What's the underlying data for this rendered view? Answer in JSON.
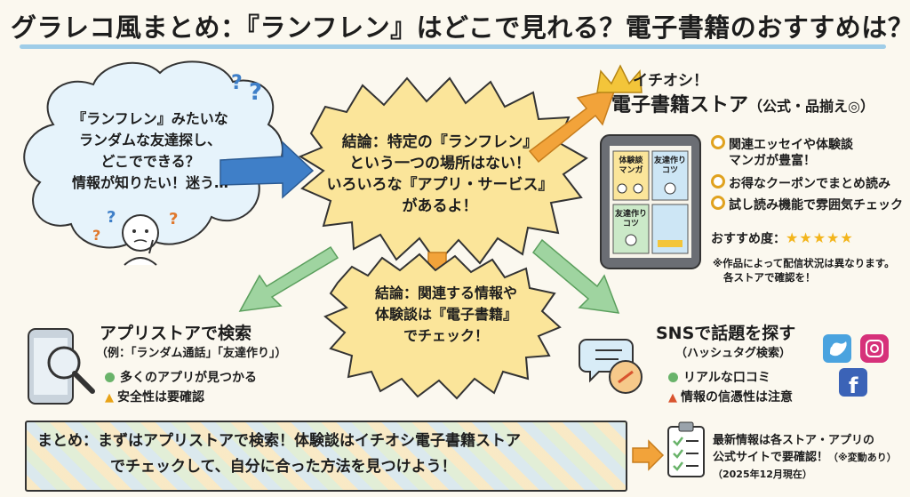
{
  "title": "グラレコ風まとめ：『ランフレン』はどこで見れる？電子書籍のおすすめは？",
  "question": {
    "lines": [
      "『ランフレン』みたいな",
      "ランダムな友達探し、",
      "どこでできる？",
      "情報が知りたい！迷う…"
    ],
    "marks": "??"
  },
  "conclusion_main": {
    "lines": [
      "結論：特定の『ランフレン』",
      "という一つの場所はない！",
      "いろいろな『アプリ・サービス』",
      "があるよ！"
    ]
  },
  "conclusion_sub": {
    "lines": [
      "結論：関連する情報や",
      "体験談は『電子書籍』",
      "でチェック！"
    ]
  },
  "store": {
    "pick_label": "イチオシ！",
    "title": "電子書籍ストア",
    "title_suffix": "（公式・品揃え◎）",
    "tablet_cells": [
      "体験談\nマンガ",
      "友達作り\nコツ",
      "友達作り\nコツ",
      ""
    ],
    "features": [
      "関連エッセイや体験談",
      "マンガが豊富！",
      "お得なクーポンでまとめ読み",
      "試し読み機能で雰囲気チェック"
    ],
    "rating_label": "おすすめ度：",
    "rating_stars": "★★★★★",
    "rating": 5,
    "note_lines": [
      "※作品によって配信状況は異なります。",
      "各ストアで確認を！"
    ]
  },
  "appstore": {
    "title": "アプリストアで検索",
    "sub": "（例：「ランダム通話」「友達作り」）",
    "points": [
      "多くのアプリが見つかる",
      "安全性は要確認"
    ]
  },
  "sns": {
    "title": "SNSで話題を探す",
    "sub": "（ハッシュタグ検索）",
    "points": [
      "リアルな口コミ",
      "情報の信憑性は注意"
    ]
  },
  "summary": {
    "lines": [
      "まとめ：まずはアプリストアで検索！体験談はイチオシ電子書籍ストア",
      "でチェックして、自分に合った方法を見つけよう！"
    ]
  },
  "latest": {
    "line1": "最新情報は各ストア・アプリの",
    "line2": "公式サイトで要確認！",
    "line2_note": "（※変動あり）",
    "line3": "（2025年12月現在）"
  },
  "colors": {
    "arrow_blue": "#3f7fc8",
    "arrow_orange": "#f2a33a",
    "arrow_green": "#8fcf9b",
    "burst_yellow": "#fbe59a",
    "star_gold": "#f3b51c"
  }
}
